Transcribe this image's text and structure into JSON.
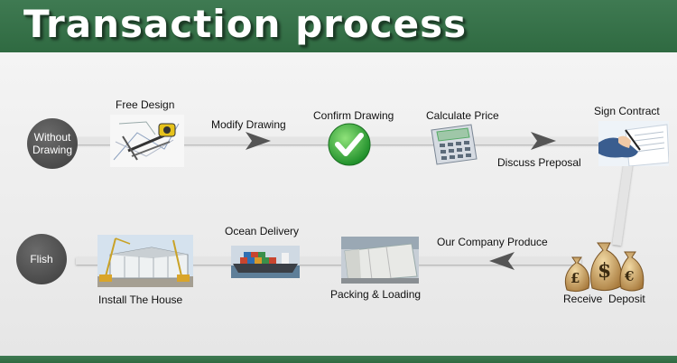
{
  "header": {
    "title": "Transaction process"
  },
  "steps": {
    "start": "Without Drawing",
    "free_design": "Free Design",
    "modify_drawing": "Modify Drawing",
    "confirm_drawing": "Confirm Drawing",
    "calculate_price": "Calculate Price",
    "discuss_proposal": "Discuss Preposal",
    "sign_contract": "Sign Contract",
    "receive_deposit": "Receive  Deposit",
    "company_produce": "Our Company Produce",
    "packing_loading": "Packing & Loading",
    "ocean_delivery": "Ocean Delivery",
    "install_house": "Install The House",
    "finish": "Flish"
  },
  "icons": {
    "check": "check-icon",
    "calculator": "calculator-icon",
    "drawing": "drawing-tools-icon",
    "contract": "contract-signing-icon",
    "money": "money-bags-icon"
  },
  "colors": {
    "header": "#2f6a41",
    "check": "#3db33d",
    "circle": "#4a4a4a",
    "line": "#e2e2e2"
  }
}
